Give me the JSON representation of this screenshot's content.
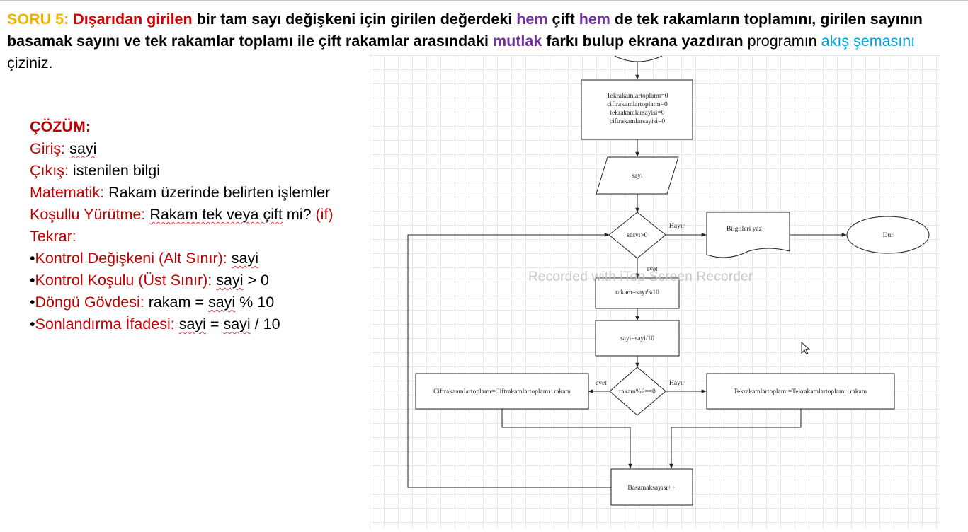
{
  "question": {
    "label": "SORU 5: ",
    "parts": [
      {
        "t": "Dışarıdan girilen",
        "c": "red",
        "b": true
      },
      {
        "t": " bir tam sayı değişkeni için girilen değerdeki ",
        "c": "black",
        "b": true
      },
      {
        "t": "hem",
        "c": "purple",
        "b": true
      },
      {
        "t": " çift ",
        "c": "black",
        "b": true
      },
      {
        "t": "hem",
        "c": "purple",
        "b": true
      },
      {
        "t": " de tek rakamların toplamını, girilen sayının basamak sayını ve tek rakamlar toplamı ile çift rakamlar arasındaki ",
        "c": "black",
        "b": true
      },
      {
        "t": "mutlak",
        "c": "purple",
        "b": true
      },
      {
        "t": " farkı bulup ekrana yazdıran",
        "c": "black",
        "b": true
      },
      {
        "t": " programın ",
        "c": "black",
        "b": false
      },
      {
        "t": "akış şemasını",
        "c": "blue",
        "b": false
      },
      {
        "t": " çiziniz.",
        "c": "black",
        "b": false
      }
    ]
  },
  "solution": {
    "title": "ÇÖZÜM:",
    "rows": [
      {
        "bullet": false,
        "label": "Giriş:",
        "parts": [
          {
            "t": " ",
            "sq": false
          },
          {
            "t": "sayi",
            "sq": true
          }
        ]
      },
      {
        "bullet": false,
        "label": "Çıkış:",
        "parts": [
          {
            "t": " istenilen bilgi",
            "sq": false
          }
        ]
      },
      {
        "bullet": false,
        "label": "Matematik:",
        "parts": [
          {
            "t": " Rakam üzerinde belirten işlemler",
            "sq": false
          }
        ]
      },
      {
        "bullet": false,
        "label": "Koşullu Yürütme:",
        "parts": [
          {
            "t": " ",
            "sq": false
          },
          {
            "t": "Rakam tek veya çift",
            "sq": true
          },
          {
            "t": " mi? ",
            "sq": false
          },
          {
            "t": "(if)",
            "sq": false,
            "red": true
          }
        ]
      },
      {
        "bullet": false,
        "label": "Tekrar:",
        "parts": []
      },
      {
        "bullet": true,
        "label": "Kontrol Değişkeni (Alt Sınır):",
        "parts": [
          {
            "t": " ",
            "sq": false
          },
          {
            "t": "sayi",
            "sq": true
          }
        ]
      },
      {
        "bullet": true,
        "label": "Kontrol Koşulu (Üst Sınır):",
        "parts": [
          {
            "t": " ",
            "sq": false
          },
          {
            "t": "sayi",
            "sq": true
          },
          {
            "t": " > 0",
            "sq": false
          }
        ]
      },
      {
        "bullet": true,
        "label": "Döngü Gövdesi:",
        "parts": [
          {
            "t": " rakam = ",
            "sq": false
          },
          {
            "t": "sayi",
            "sq": true
          },
          {
            "t": " % 10",
            "sq": false
          }
        ]
      },
      {
        "bullet": true,
        "label": "Sonlandırma İfadesi:",
        "parts": [
          {
            "t": " ",
            "sq": false
          },
          {
            "t": "sayi",
            "sq": true
          },
          {
            "t": " = ",
            "sq": false
          },
          {
            "t": "sayi",
            "sq": true
          },
          {
            "t": " / 10",
            "sq": false
          }
        ]
      }
    ]
  },
  "flowchart": {
    "init_lines": [
      "Tekrakamlartoplamı=0",
      "ciftrakamlartoplamı=0",
      "tekrakamlarsayisi=0",
      "ciftrakamlarsayisi=0"
    ],
    "input": "sayi",
    "loop_condition": "sasyi>0",
    "output": "Bilgiileri yaz",
    "end": "Dur",
    "digit_step": "rakam=sayı%10",
    "divide_step": "sayi=sayi/10",
    "parity_condition": "rakam%2==0",
    "even_sum": "Ciftrakaamlartoplamı=Ciftrakamlartoplamı+rakam",
    "odd_sum": "Tekrakamlartoplamı=Tekrakamlartoplamı+rakam",
    "counter": "Basamaksayısı++",
    "label_no_1": "Hayır",
    "label_yes_1": "evet",
    "label_yes_2": "evet",
    "label_no_2": "Hayır"
  },
  "watermark": "Recorded with iTop Screen Recorder"
}
